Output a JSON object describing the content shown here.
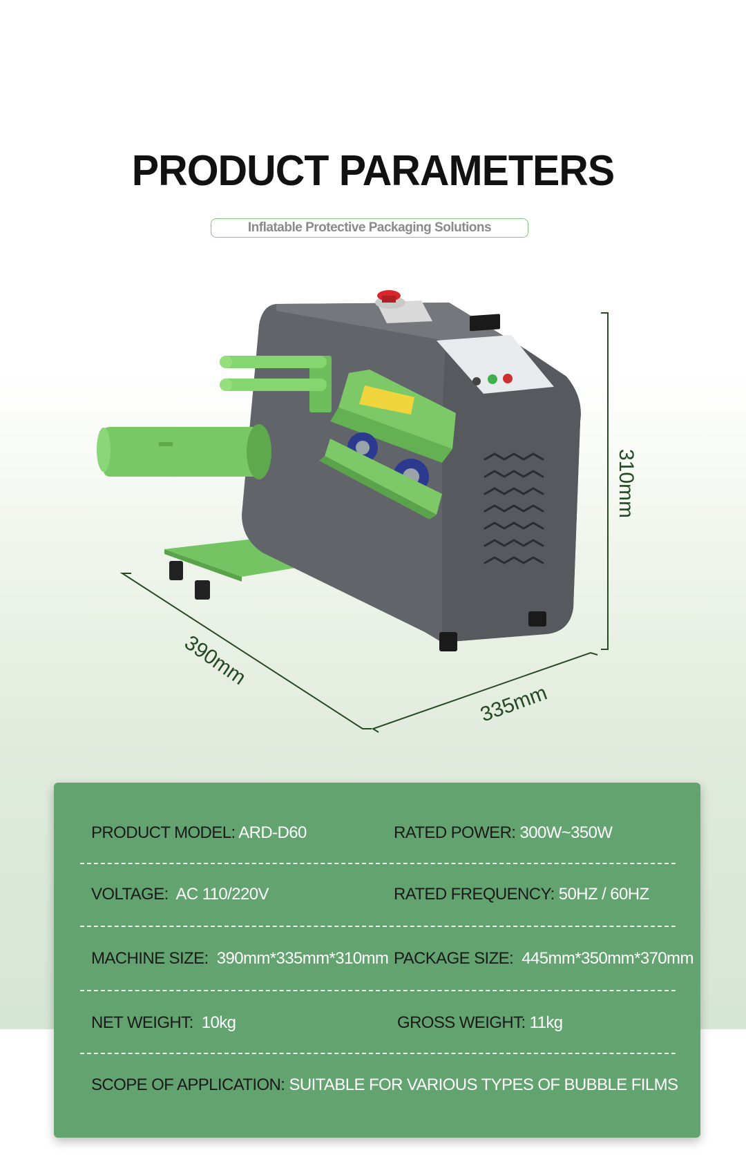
{
  "header": {
    "title": "PRODUCT PARAMETERS",
    "subtitle": "Inflatable Protective Packaging Solutions"
  },
  "dimensions": {
    "height": "310mm",
    "length": "390mm",
    "width": "335mm"
  },
  "colors": {
    "accent_green": "#7ac86e",
    "panel_green": "#63a370",
    "machine_gray": "#616468"
  },
  "specs": {
    "product_model_label": "PRODUCT MODEL:",
    "product_model_value": "ARD-D60",
    "rated_power_label": "RATED POWER:",
    "rated_power_value": "300W~350W",
    "voltage_label": "VOLTAGE:",
    "voltage_value": "AC 110/220V",
    "rated_frequency_label": "RATED FREQUENCY:",
    "rated_frequency_value": "50HZ / 60HZ",
    "machine_size_label": "MACHINE SIZE:",
    "machine_size_value": "390mm*335mm*310mm",
    "package_size_label": "PACKAGE SIZE:",
    "package_size_value": "445mm*350mm*370mm",
    "net_weight_label": "NET WEIGHT:",
    "net_weight_value": "10kg",
    "gross_weight_label": "GROSS WEIGHT:",
    "gross_weight_value": "11kg",
    "scope_label": "SCOPE OF APPLICATION:",
    "scope_value": "SUITABLE FOR VARIOUS TYPES OF BUBBLE FILMS"
  }
}
